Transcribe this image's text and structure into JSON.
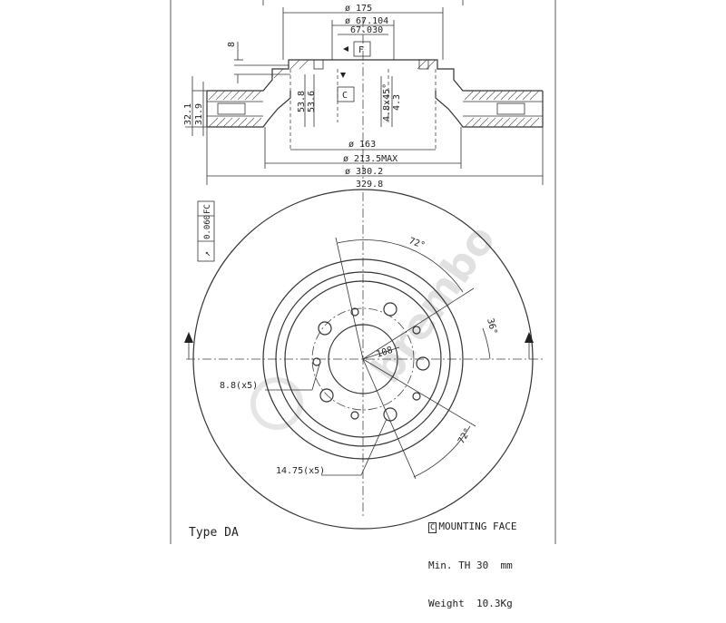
{
  "dimensions": {
    "d175": "ø 175",
    "d67104": "ø 67.104",
    "d67030": "67.030",
    "d8": "8",
    "datum_f": "F",
    "datum_c": "C",
    "h538a": "53.8",
    "h538b": "53.6",
    "chamfer": "4.8x45°",
    "h43": "4.3",
    "t321": "32.1",
    "t319": "31.9",
    "d163": "ø 163",
    "d2135": "ø 213.5MAX",
    "d3302": "ø 330.2",
    "d3298": "329.8",
    "runout": "0.060",
    "runout_ref": "FC",
    "ang72a": "72°",
    "ang36": "36°",
    "ang72b": "72°",
    "pcd108": "108",
    "hole_small": "8.8(x5)",
    "hole_large": "14.75(x5)"
  },
  "legend": {
    "mounting_marker": "C",
    "mounting_face": "MOUNTING FACE",
    "min_th": "Min. TH 30  mm",
    "weight": "Weight  10.3Kg"
  },
  "type_label": "Type DA",
  "watermark": "brembo"
}
